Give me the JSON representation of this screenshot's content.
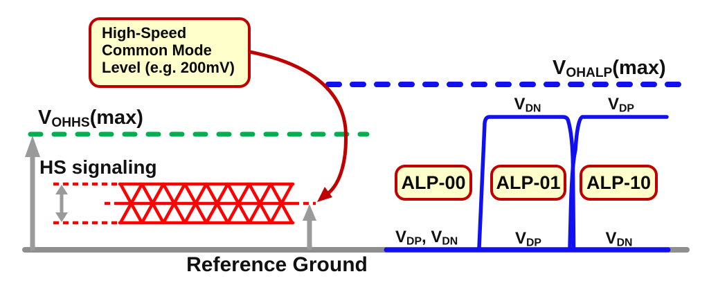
{
  "diagram": {
    "callout": {
      "line1": "High-Speed",
      "line2": "Common Mode",
      "line3": "Level (e.g. 200mV)"
    },
    "levels": {
      "vohhs": {
        "base": "V",
        "sub": "OHHS",
        "suffix": "(max)"
      },
      "vohalp": {
        "base": "V",
        "sub": "OHALP",
        "suffix": "(max)"
      }
    },
    "hs_label": "HS signaling",
    "ground_label": "Reference Ground",
    "alp_states": [
      {
        "label": "ALP-00"
      },
      {
        "label": "ALP-01"
      },
      {
        "label": "ALP-10"
      }
    ],
    "signals": {
      "alp01_high": {
        "base": "V",
        "sub": "DN"
      },
      "alp10_high": {
        "base": "V",
        "sub": "DP"
      },
      "alp00_low": {
        "v1": "V",
        "sub1": "DP",
        "sep": ", ",
        "v2": "V",
        "sub2": "DN"
      },
      "alp01_low": {
        "base": "V",
        "sub": "DP"
      },
      "alp10_low": {
        "base": "V",
        "sub": "DN"
      }
    },
    "colors": {
      "signal_red": "#FF0000",
      "callout_dark_red": "#C00000",
      "hs_level_green": "#00B050",
      "alp_blue": "#1010F0",
      "gray": "#8F8F8F",
      "label_fill_yellow": "#FFFFCC"
    }
  }
}
